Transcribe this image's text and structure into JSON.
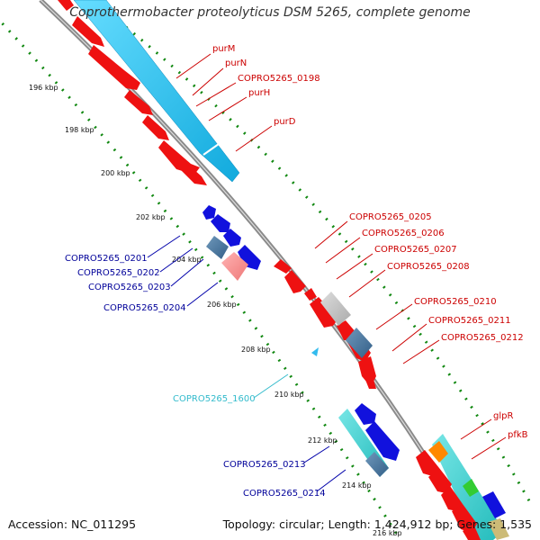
{
  "title": "Coprothermobacter proteolyticus DSM 5265, complete genome",
  "footer": {
    "accession": "Accession: NC_011295",
    "topology": "Topology: circular; Length: 1,424,912 bp; Genes: 1,535"
  },
  "ticks": [
    "196 kbp",
    "198 kbp",
    "200 kbp",
    "202 kbp",
    "204 kbp",
    "206 kbp",
    "208 kbp",
    "210 kbp",
    "212 kbp",
    "214 kbp",
    "216 kbp"
  ],
  "genes_right": [
    "purM",
    "purN",
    "COPRO5265_0198",
    "purH",
    "purD",
    "COPRO5265_0205",
    "COPRO5265_0206",
    "COPRO5265_0207",
    "COPRO5265_0208",
    "COPRO5265_0210",
    "COPRO5265_0211",
    "COPRO5265_0212",
    "glpR",
    "pfkB"
  ],
  "genes_left": [
    "COPRO5265_0201",
    "COPRO5265_0202",
    "COPRO5265_0203",
    "COPRO5265_0204",
    "COPRO5265_0213",
    "COPRO5265_0214"
  ],
  "genes_misc": [
    "COPRO5265_1600"
  ],
  "colors": {
    "forward_cds": "#ee1111",
    "reverse_cds": "#1111dd",
    "forward_label": "#cc0000",
    "reverse_label": "#000099",
    "misc_label": "#33bbcc",
    "backbone": "#8a8a8a",
    "tick_dots": "#118811"
  }
}
